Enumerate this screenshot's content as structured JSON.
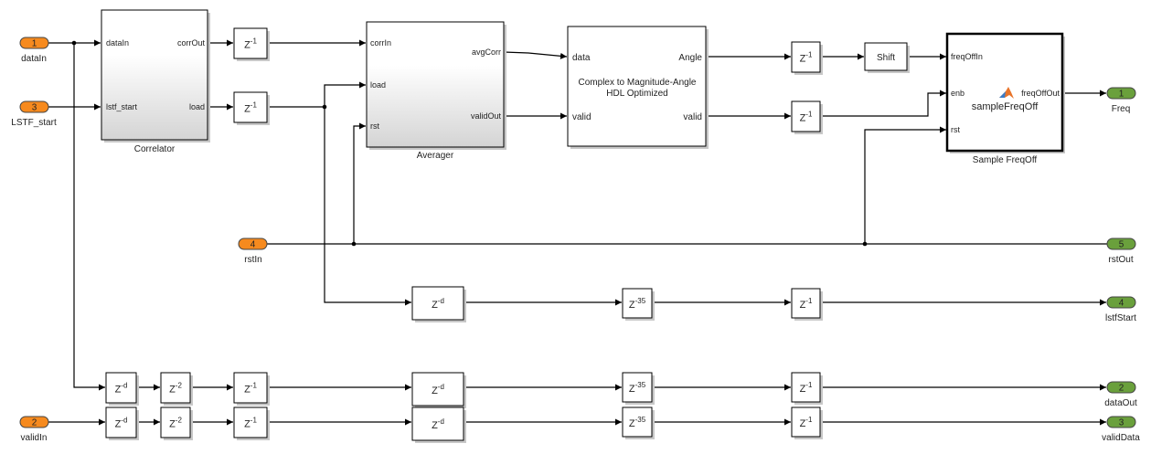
{
  "diagram": {
    "inports": [
      {
        "id": "dataIn",
        "number": "1",
        "label": "dataIn"
      },
      {
        "id": "LSTF_start",
        "number": "3",
        "label": "LSTF_start"
      },
      {
        "id": "rstIn",
        "number": "4",
        "label": "rstIn"
      },
      {
        "id": "validIn",
        "number": "2",
        "label": "validIn"
      }
    ],
    "outports": [
      {
        "id": "Freq",
        "number": "1",
        "label": "Freq"
      },
      {
        "id": "rstOut",
        "number": "5",
        "label": "rstOut"
      },
      {
        "id": "lstfStart",
        "number": "4",
        "label": "lstfStart"
      },
      {
        "id": "dataOut",
        "number": "2",
        "label": "dataOut"
      },
      {
        "id": "validData",
        "number": "3",
        "label": "validData"
      }
    ],
    "subsystems": {
      "correlator": {
        "name": "Correlator",
        "inputs": [
          "dataIn",
          "lstf_start"
        ],
        "outputs": [
          "corrOut",
          "load"
        ]
      },
      "averager": {
        "name": "Averager",
        "inputs": [
          "corrIn",
          "load",
          "rst"
        ],
        "outputs": [
          "avgCorr",
          "validOut"
        ]
      },
      "complex": {
        "title_line1": "Complex to Magnitude-Angle",
        "title_line2": "HDL Optimized",
        "inputs": [
          "data",
          "valid"
        ],
        "outputs": [
          "Angle",
          "valid"
        ]
      },
      "shift": {
        "label": "Shift"
      },
      "sample_freq_off": {
        "name": "Sample FreqOff",
        "function_name": "sampleFreqOff",
        "inputs": [
          "freqOffIn",
          "enb",
          "rst"
        ],
        "outputs": [
          "freqOffOut"
        ]
      }
    },
    "delays": {
      "base": "Z",
      "one": "-1",
      "two": "-2",
      "d": "-d",
      "thirty_five": "-35"
    }
  }
}
